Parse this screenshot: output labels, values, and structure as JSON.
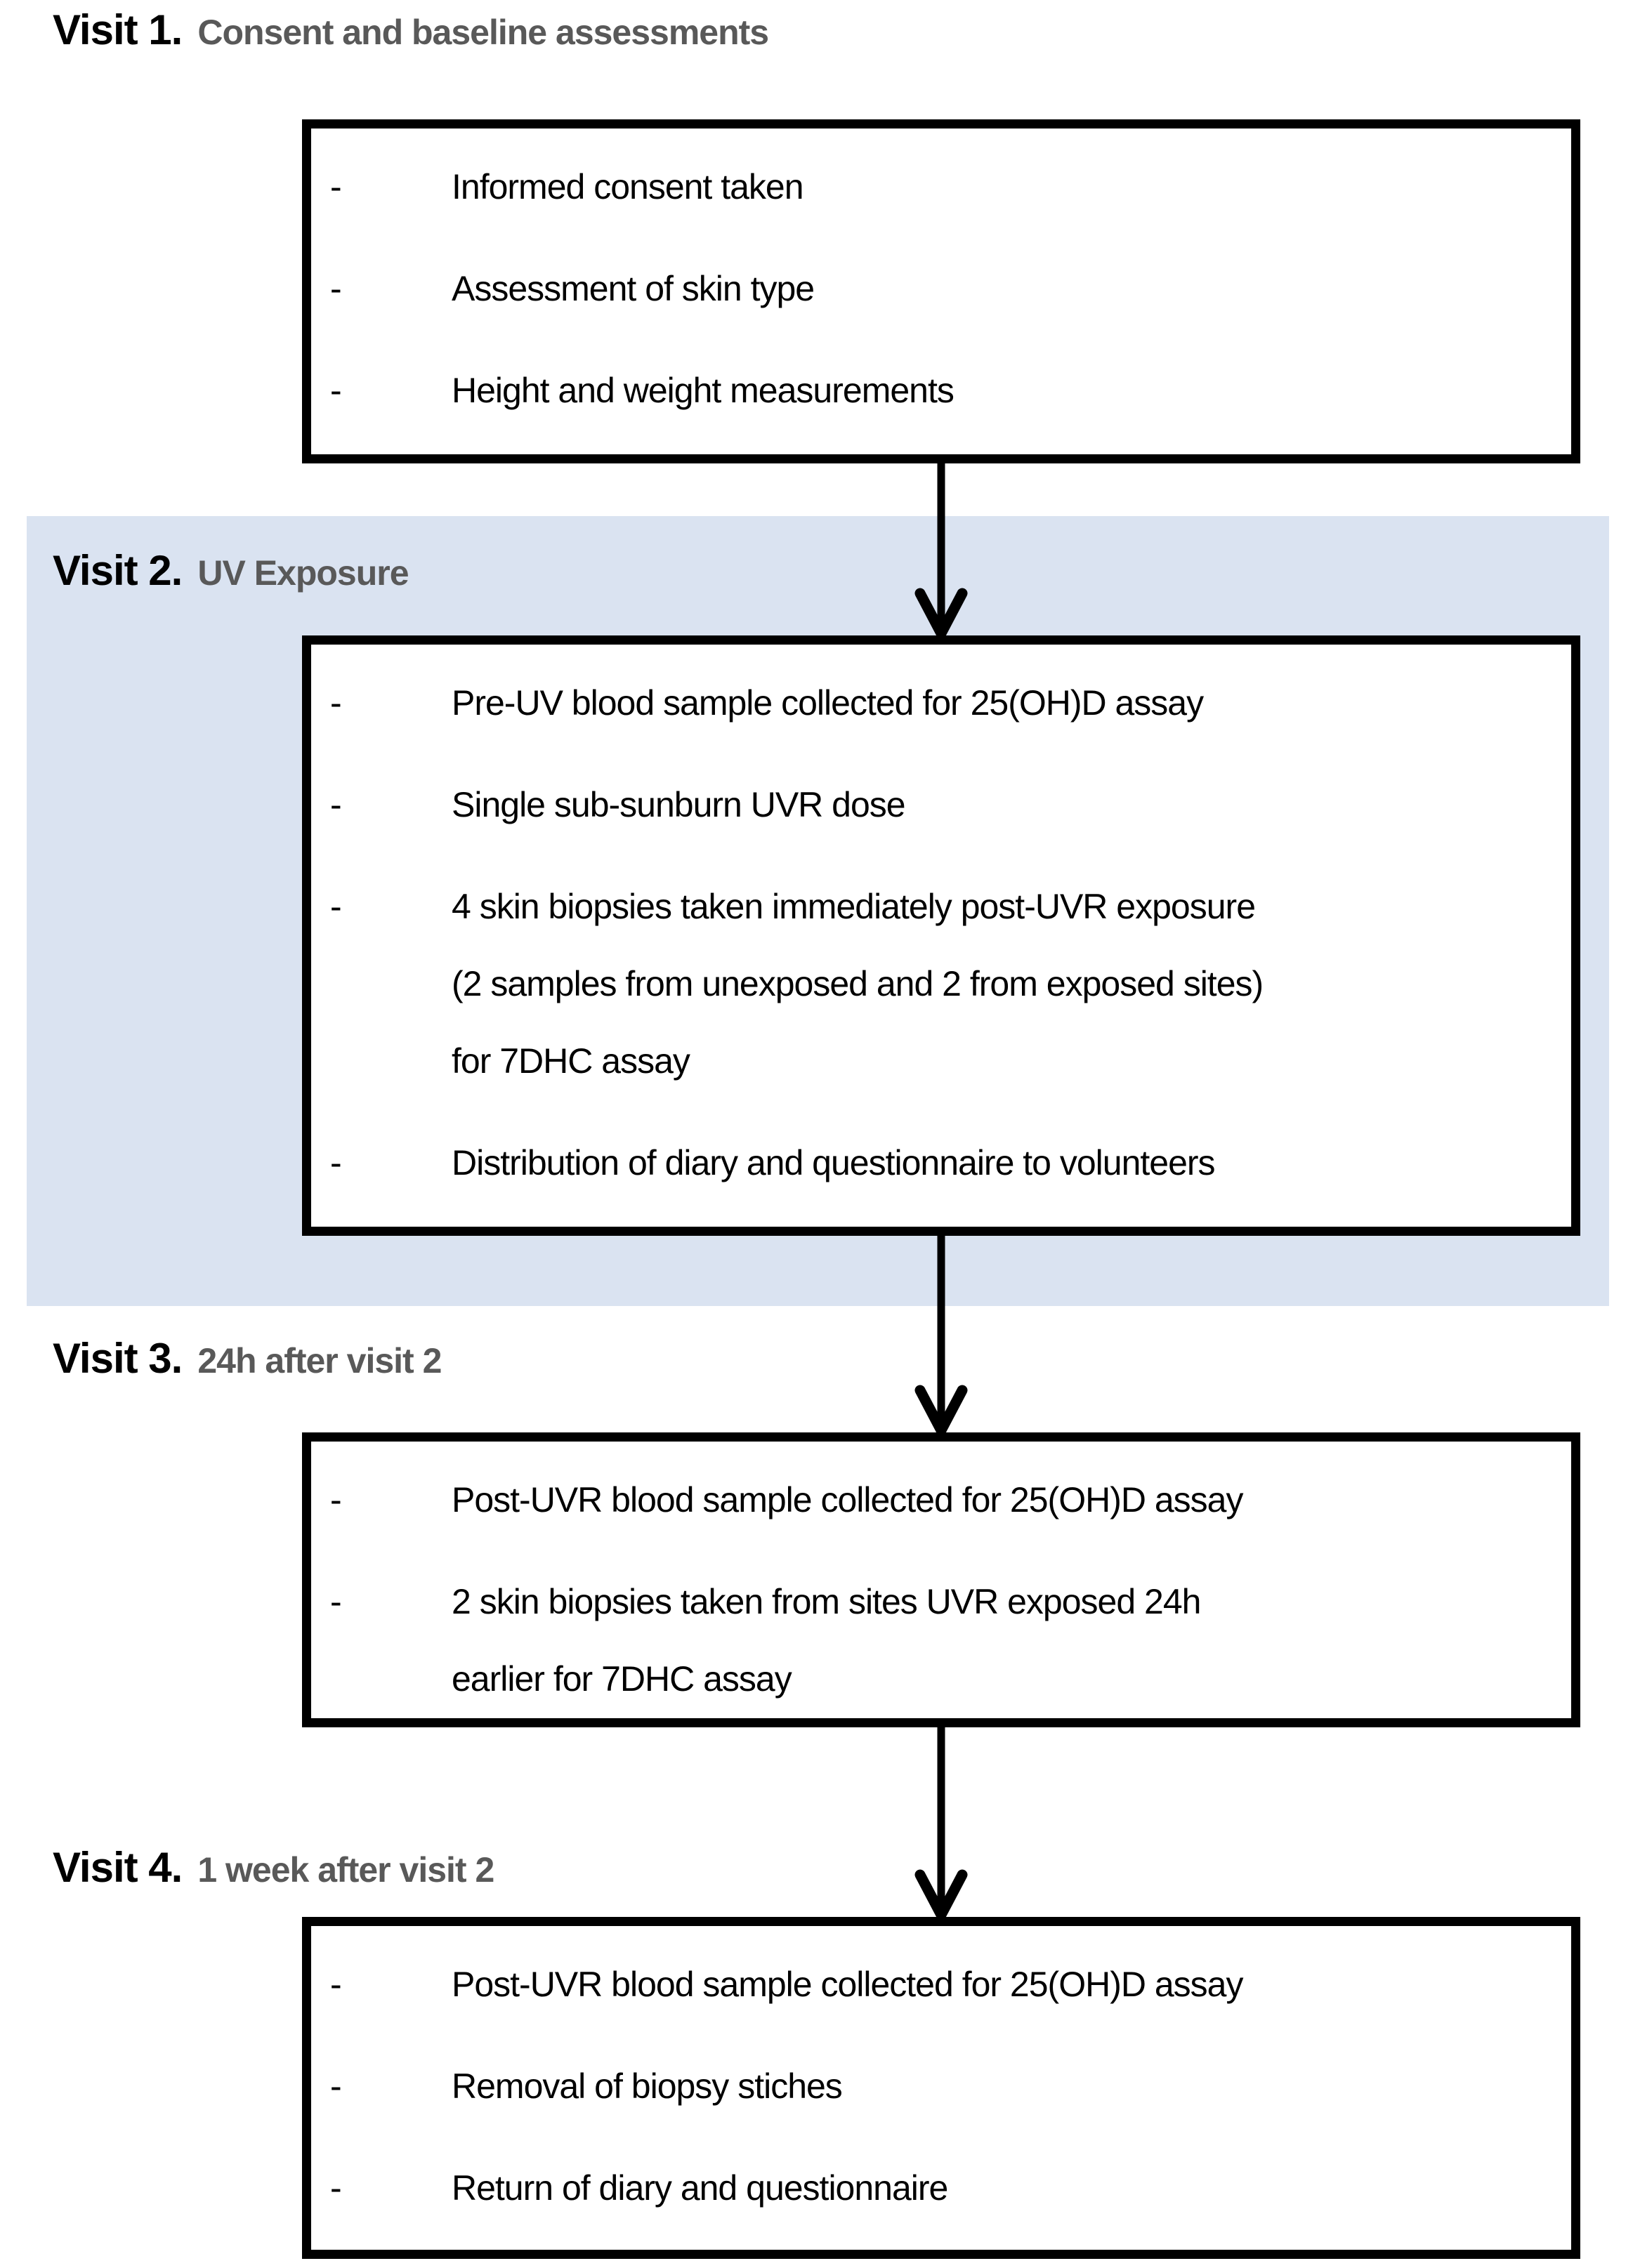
{
  "palette": {
    "band_blue": "#dae3f1",
    "visit_subtitle_gray": "#595959",
    "line_black": "#000000"
  },
  "bullet_marker": "-",
  "sections": [
    {
      "label": "Visit 1.",
      "subtitle": "Consent and baseline assessments",
      "bullets": [
        "Informed consent taken",
        "Assessment of skin type",
        "Height and weight measurements"
      ]
    },
    {
      "label": "Visit 2.",
      "subtitle": "UV Exposure",
      "bullets": [
        "Pre-UV blood sample collected for 25(OH)D assay",
        "Single sub-sunburn UVR dose",
        "4 skin biopsies taken immediately post-UVR exposure\n(2 samples from unexposed and 2 from exposed sites)\nfor 7DHC assay",
        "Distribution of diary and questionnaire to volunteers"
      ]
    },
    {
      "label": "Visit 3.",
      "subtitle": "24h after visit 2",
      "bullets": [
        "Post-UVR blood sample collected for 25(OH)D assay",
        "2 skin biopsies taken from sites UVR exposed 24h\nearlier for 7DHC assay"
      ]
    },
    {
      "label": "Visit 4.",
      "subtitle": "1 week after visit 2",
      "bullets": [
        "Post-UVR blood sample collected for 25(OH)D assay",
        "Removal of biopsy stiches",
        "Return of diary and questionnaire"
      ]
    }
  ]
}
